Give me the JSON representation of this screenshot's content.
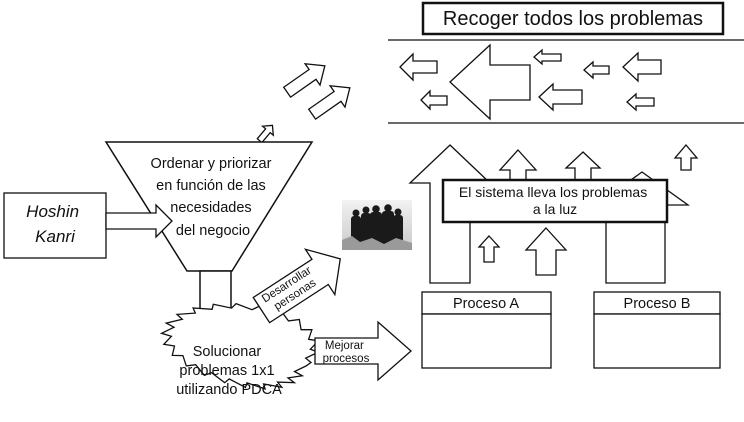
{
  "title": "Recoger todos los problemas",
  "funnel": {
    "line1": "Ordenar y priorizar",
    "line2": "en función de las",
    "line3": "necesidades",
    "line4": "del negocio"
  },
  "hoshin": {
    "line1": "Hoshin",
    "line2": "Kanri"
  },
  "sistema": {
    "line1": "El sistema lleva los problemas",
    "line2": "a la luz"
  },
  "desarrollar": {
    "line1": "Desarrollar",
    "line2": "personas"
  },
  "mejorar": {
    "line1": "Mejorar",
    "line2": "procesos"
  },
  "solucionar": {
    "line1": "Solucionar",
    "line2": "problemas 1x1",
    "line3": "utilizando PDCA"
  },
  "proceso_a": "Proceso A",
  "proceso_b": "Proceso B",
  "colors": {
    "stroke": "#111111",
    "background": "#ffffff"
  }
}
